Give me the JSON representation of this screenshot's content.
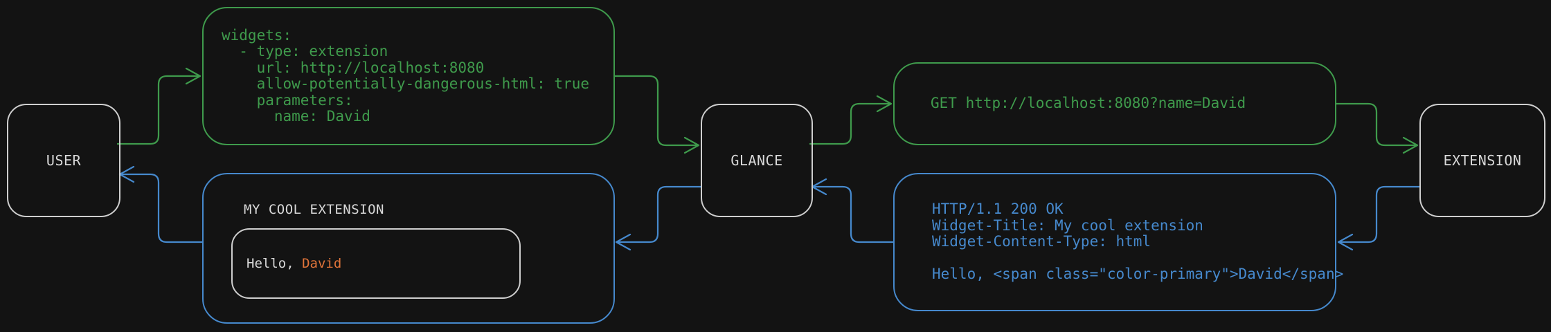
{
  "colors": {
    "background": "#131313",
    "request_green": "#3f9b4c",
    "response_blue": "#4689cd",
    "node_border_gray": "#cfcfcf",
    "text_light": "#d9d9d9",
    "accent_orange": "#e1743a"
  },
  "nodes": {
    "user": {
      "label": "USER"
    },
    "glance": {
      "label": "GLANCE"
    },
    "extension": {
      "label": "EXTENSION"
    }
  },
  "config_box": {
    "code": "widgets:\n  - type: extension\n    url: http://localhost:8080\n    allow-potentially-dangerous-html: true\n    parameters:\n      name: David"
  },
  "request_box": {
    "code": "GET http://localhost:8080?name=David"
  },
  "response_box": {
    "code": "HTTP/1.1 200 OK\nWidget-Title: My cool extension\nWidget-Content-Type: html\n\nHello, <span class=\"color-primary\">David</span>"
  },
  "widget_box": {
    "title": "MY COOL EXTENSION",
    "greeting_prefix": "Hello, ",
    "greeting_name": "David"
  }
}
